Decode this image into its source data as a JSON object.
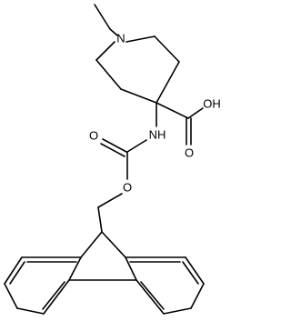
{
  "molecule": {
    "atom_labels": {
      "ring_nitrogen": "N",
      "amide_nh": "NH",
      "acid_oh": "OH",
      "acid_carbonyl_o": "O",
      "carbamate_carbonyl_o": "O",
      "carbamate_ester_o": "O"
    }
  },
  "style": {
    "bond_color": "#000000",
    "background": "#ffffff"
  }
}
